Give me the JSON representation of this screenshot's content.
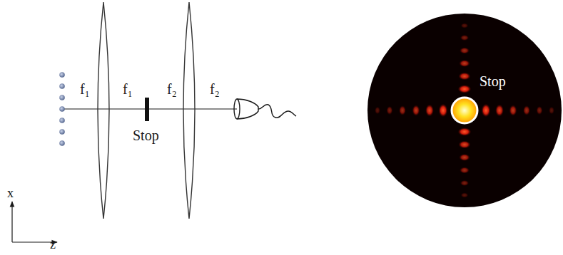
{
  "diagram": {
    "labels": [
      "f₁",
      "f₁",
      "f₂",
      "f₂",
      "Stop",
      "x",
      "z",
      "Stop"
    ]
  }
}
